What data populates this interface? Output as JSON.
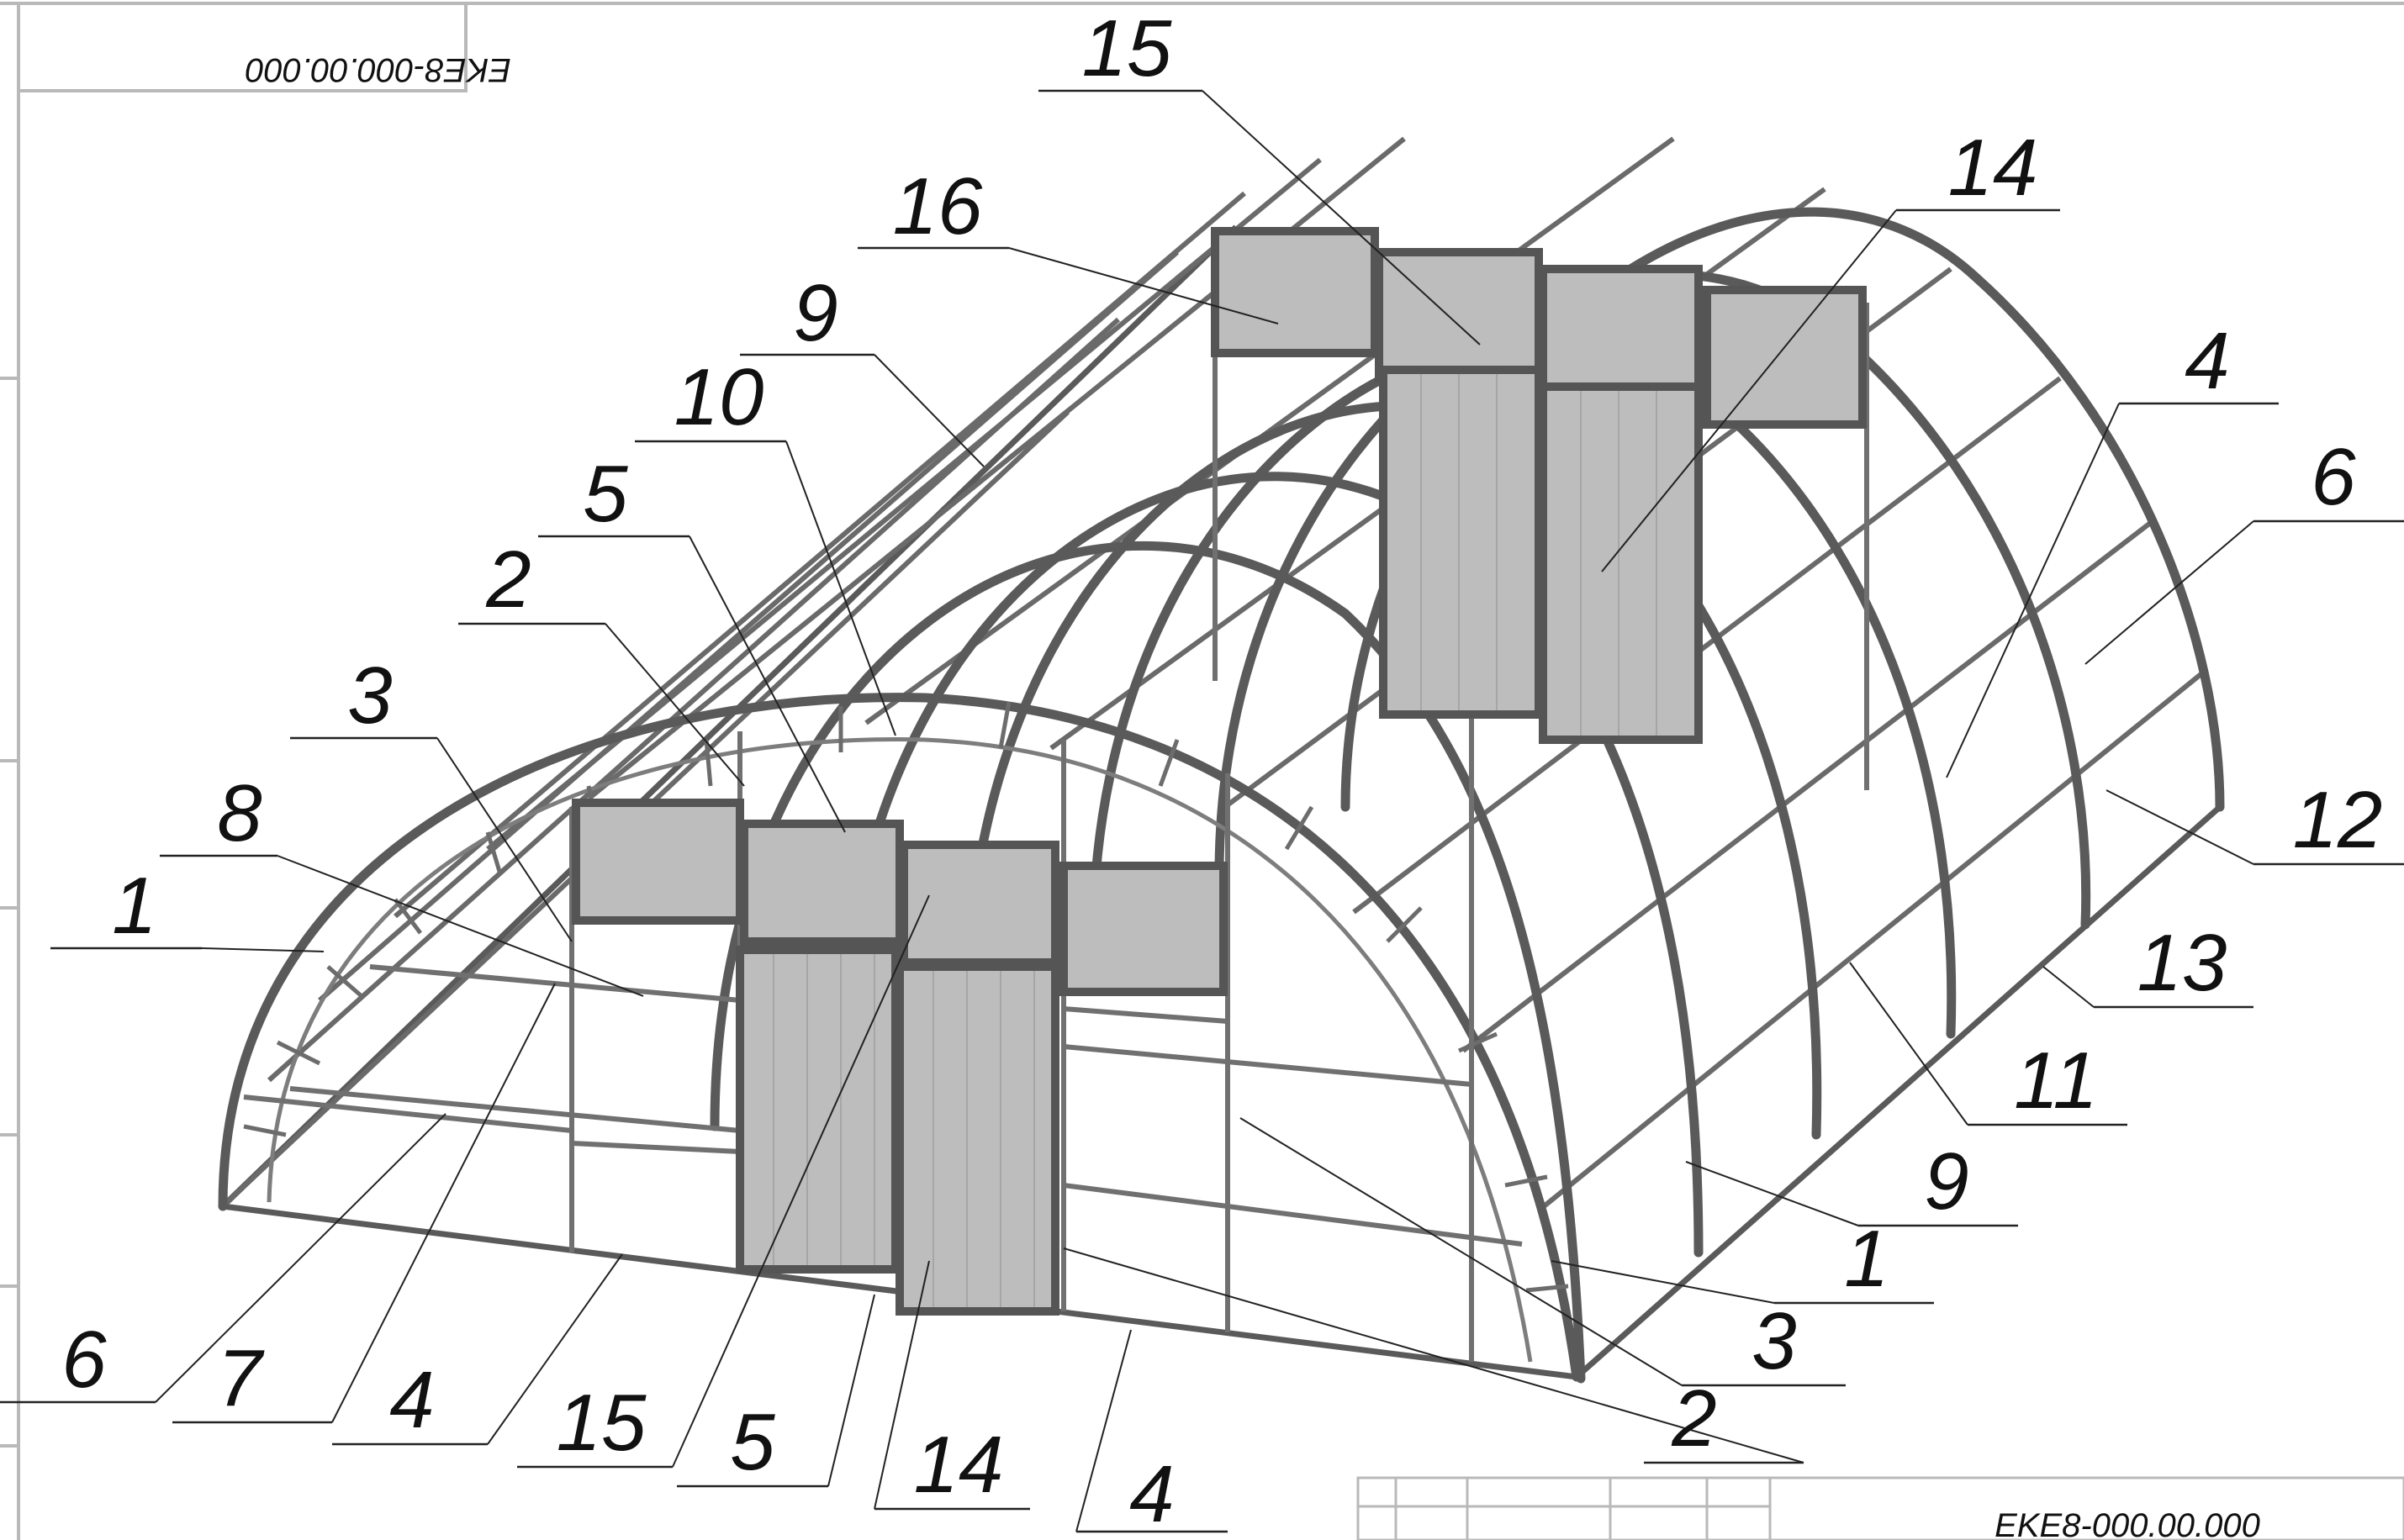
{
  "drawing_code_top": "EKE8-000.00.000",
  "drawing_code_bottom": "EKE8-000.00.000",
  "callouts": [
    {
      "id": "c1",
      "text": "15"
    },
    {
      "id": "c2",
      "text": "14"
    },
    {
      "id": "c3",
      "text": "16"
    },
    {
      "id": "c4",
      "text": "9"
    },
    {
      "id": "c5",
      "text": "10"
    },
    {
      "id": "c6",
      "text": "4"
    },
    {
      "id": "c7",
      "text": "6"
    },
    {
      "id": "c8",
      "text": "5"
    },
    {
      "id": "c9",
      "text": "2"
    },
    {
      "id": "c10",
      "text": "12"
    },
    {
      "id": "c11",
      "text": "3"
    },
    {
      "id": "c12",
      "text": "8"
    },
    {
      "id": "c13",
      "text": "13"
    },
    {
      "id": "c14",
      "text": "1"
    },
    {
      "id": "c15",
      "text": "11"
    },
    {
      "id": "c16",
      "text": "9"
    },
    {
      "id": "c17",
      "text": "1"
    },
    {
      "id": "c18",
      "text": "3"
    },
    {
      "id": "c19",
      "text": "6"
    },
    {
      "id": "c20",
      "text": "7"
    },
    {
      "id": "c21",
      "text": "4"
    },
    {
      "id": "c22",
      "text": "15"
    },
    {
      "id": "c23",
      "text": "5"
    },
    {
      "id": "c24",
      "text": "14"
    },
    {
      "id": "c25",
      "text": "4"
    },
    {
      "id": "c26",
      "text": "2"
    }
  ]
}
